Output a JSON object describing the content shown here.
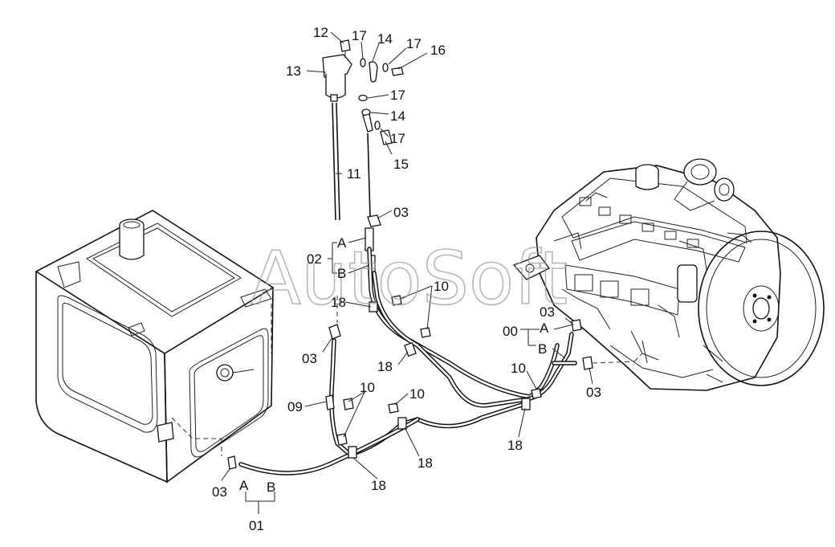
{
  "watermark": "AutoSoft",
  "labels": {
    "p12": "12",
    "p17a": "17",
    "p14a": "14",
    "p17b": "17",
    "p16": "16",
    "p13": "13",
    "p17c": "17",
    "p14b": "14",
    "p17d": "17",
    "p15": "15",
    "p11": "11",
    "p03a": "03",
    "p02": "02",
    "p02A": "A",
    "p02B": "B",
    "p10a": "10",
    "p18a": "18",
    "p03b": "03",
    "p18b": "18",
    "p03c": "03",
    "p00": "00",
    "p00A": "A",
    "p00B": "B",
    "p10b": "10",
    "p03d": "03",
    "p09": "09",
    "p10c": "10",
    "p10d": "10",
    "p18c": "18",
    "p18d": "18",
    "p18e": "18",
    "p03e": "03",
    "p01A": "A",
    "p01B": "B",
    "p01": "01"
  }
}
